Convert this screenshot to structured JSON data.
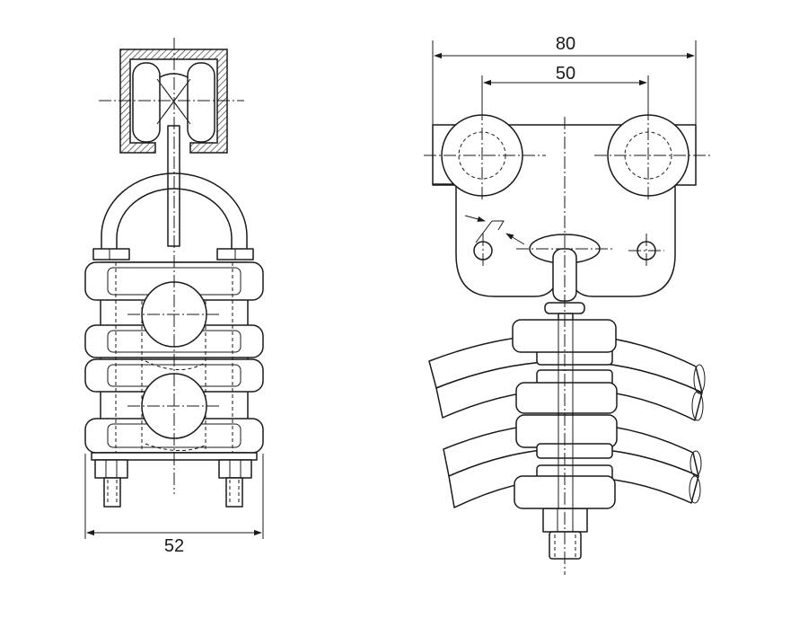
{
  "dimensions": {
    "width_52": "52",
    "width_80": "80",
    "spacing_50": "50"
  },
  "colors": {
    "line": "#1a1a1a",
    "background": "#ffffff"
  }
}
